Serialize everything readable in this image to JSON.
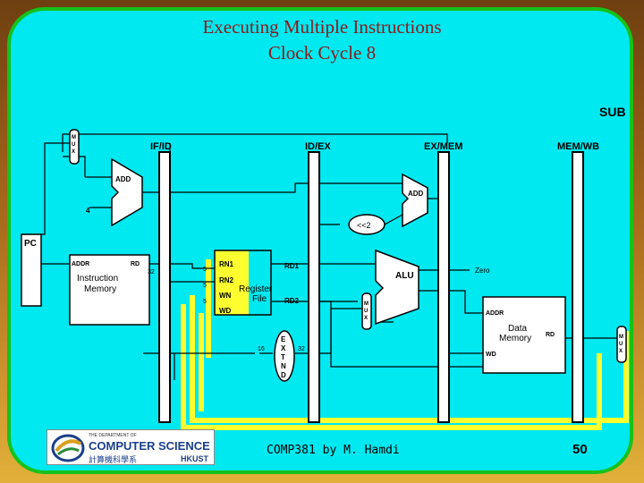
{
  "slide": {
    "title_line1": "Executing Multiple Instructions",
    "title_line2": "Clock Cycle 8",
    "instruction": "SUB",
    "footer": "COMP381 by M. Hamdi",
    "page_number": "50"
  },
  "pipeline_registers": {
    "ifid": "IF/ID",
    "idex": "ID/EX",
    "exmem": "EX/MEM",
    "memwb": "MEM/WB"
  },
  "components": {
    "pc": "PC",
    "add_top": "ADD",
    "add_branch": "ADD",
    "const_four": "4",
    "shift": "<<2",
    "alu": "ALU",
    "zero": "Zero",
    "mux_letters": [
      "M",
      "U",
      "X"
    ],
    "extend_letters": [
      "E",
      "X",
      "T",
      "N",
      "D"
    ],
    "imem": {
      "addr": "ADDR",
      "rd": "RD",
      "width": "32",
      "name_line1": "Instruction",
      "name_line2": "Memory"
    },
    "regfile": {
      "rn1": "RN1",
      "rn2": "RN2",
      "wn": "WN",
      "wd": "WD",
      "rd1": "RD1",
      "rd2": "RD2",
      "name_line1": "Register",
      "name_line2": "File",
      "bits_rn1": "5",
      "bits_rn2": "5",
      "bits_wn": "5"
    },
    "extend": {
      "in_bits": "16",
      "out_bits": "32"
    },
    "dmem": {
      "addr": "ADDR",
      "rd": "RD",
      "wd": "WD",
      "name_line1": "Data",
      "name_line2": "Memory"
    }
  },
  "logo": {
    "dept": "THE DEPARTMENT OF",
    "name": "COMPUTER SCIENCE",
    "chinese": "計算機科學系",
    "school": "HKUST"
  },
  "colors": {
    "slide_bg": "#00e8f0",
    "border": "#16c21a",
    "title": "#8b1a1a",
    "highlight": "#ffff30"
  }
}
